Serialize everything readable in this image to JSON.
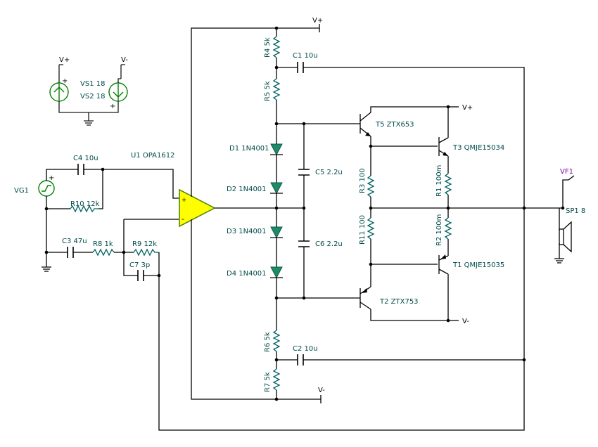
{
  "supplies": {
    "vplus": "V+",
    "vminus": "V-",
    "vs1": "VS1 18",
    "vs2": "VS2 18"
  },
  "components": {
    "u1": "U1 OPA1612",
    "vg1": "VG1",
    "c4": "C4 10u",
    "r10": "R10 12k",
    "c3": "C3 47u",
    "r8": "R8 1k",
    "r9": "R9 12k",
    "c7": "C7 3p",
    "r4": "R4 5k",
    "c1": "C1 10u",
    "r5": "R5 5k",
    "d1": "D1 1N4001",
    "d2": "D2 1N4001",
    "d3": "D3 1N4001",
    "d4": "D4 1N4001",
    "c5": "C5 2.2u",
    "c6": "C6 2.2u",
    "r6": "R6 5k",
    "c2": "C2 10u",
    "r7": "R7 5k",
    "t5": "T5 ZTX653",
    "t3": "T3 QMJE15034",
    "t2": "T2 ZTX753",
    "t1": "T1 QMJE15035",
    "r3": "R3 100",
    "r1": "R1 100m",
    "r11": "R11 100",
    "r2": "R2 100m",
    "vf1": "VF1",
    "sp1": "SP1 8"
  },
  "colors": {
    "wire": "#000000",
    "label": "#004a4a",
    "opamp_fill": "#ffff00",
    "diode_fill": "#1d8a6a",
    "source": "#007f00",
    "probe": "#8000a0"
  }
}
